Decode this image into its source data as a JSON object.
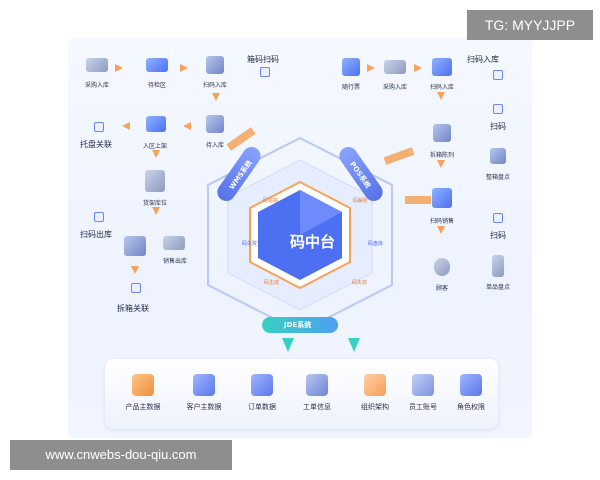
{
  "watermark_tag": "TG: MYYJJPP",
  "watermark_url": "www.cnwebs-dou-qiu.com",
  "center": {
    "title": "码中台"
  },
  "hub_tags": [
    "码追踪",
    "码解析",
    "码失败",
    "码盘库",
    "码生成",
    "码失效"
  ],
  "banners": {
    "wms": "WMS系统",
    "pos": "POS系统",
    "jde": "JDE系统"
  },
  "left_flow": {
    "purchase_in": "采购入库",
    "wait_zone": "待检区",
    "scan_in": "扫码入库",
    "box_scan": "箱码扫码",
    "pallet_link": "托盘关联",
    "inbound_shelf": "入区上架",
    "pending_in": "待入库",
    "goods_shelf": "货架库位",
    "scan_out": "扫码出库",
    "sales_out": "销售出库",
    "unpack_link": "拆箱关联"
  },
  "right_flow": {
    "slip": "随行票",
    "purchase_in": "采购入库",
    "scan_in": "扫码入库",
    "scan_in_label": "扫码入库",
    "unpack_display": "拆箱陈列",
    "scan": "扫码",
    "whole_box_count": "整箱盘点",
    "scan_sale": "扫码销售",
    "customer": "顾客",
    "scan2": "扫码",
    "single_count": "单品盘点"
  },
  "bottom_items": [
    "产品主数据",
    "客户主数据",
    "订单数据",
    "工单信息",
    "组织架构",
    "员工账号",
    "角色权限"
  ],
  "colors": {
    "accent_blue": "#4d6ff2",
    "accent_orange": "#f6a25b",
    "teal": "#38d0c3"
  },
  "icons": [
    "truck-icon",
    "box-icon",
    "forklift-icon",
    "scanner-icon",
    "hexagon-icon",
    "document-icon",
    "user-icon"
  ]
}
